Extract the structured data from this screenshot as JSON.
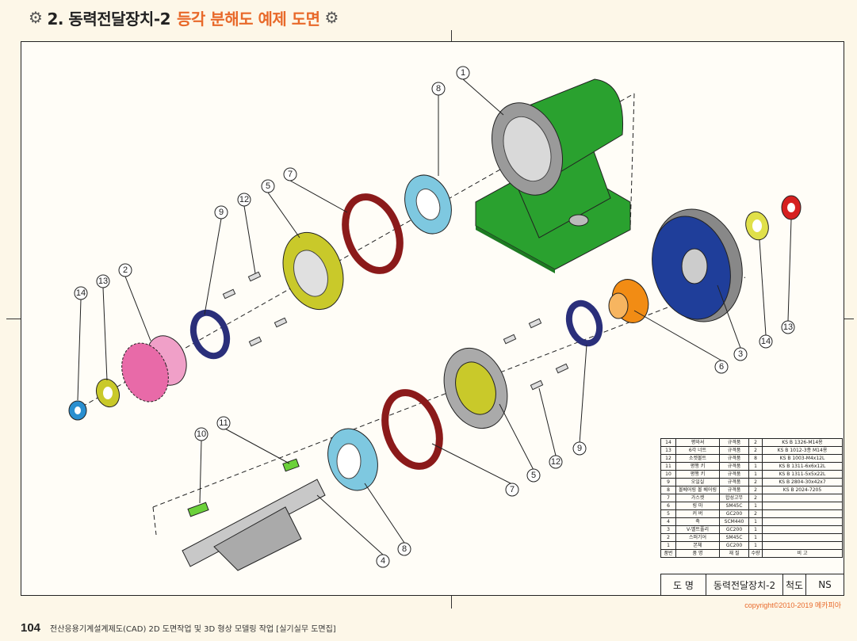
{
  "header": {
    "number": "2. 동력전달장치-2",
    "subtitle": "등각 분해도 예제 도면"
  },
  "parts": [
    {
      "no": "14",
      "name": "평와셔",
      "material": "규격품",
      "qty": "2",
      "remark": "KS B 1326-M14용"
    },
    {
      "no": "13",
      "name": "6각 너트",
      "material": "규격품",
      "qty": "2",
      "remark": "KS B 1012-3종 M14용"
    },
    {
      "no": "12",
      "name": "소켓볼트",
      "material": "규격품",
      "qty": "8",
      "remark": "KS B 1003-M4x12L"
    },
    {
      "no": "11",
      "name": "평행 키",
      "material": "규격품",
      "qty": "1",
      "remark": "KS B 1311-6x6x12L"
    },
    {
      "no": "10",
      "name": "평행 키",
      "material": "규격품",
      "qty": "1",
      "remark": "KS B 1311-5x5x22L"
    },
    {
      "no": "9",
      "name": "오일실",
      "material": "규격품",
      "qty": "2",
      "remark": "KS B 2804-30x42x7"
    },
    {
      "no": "8",
      "name": "볼베어링 볼 베어링",
      "material": "규격품",
      "qty": "2",
      "remark": "KS B 2024-7205"
    },
    {
      "no": "7",
      "name": "가스켓",
      "material": "합성고무",
      "qty": "2",
      "remark": ""
    },
    {
      "no": "6",
      "name": "링 마",
      "material": "SM45C",
      "qty": "1",
      "remark": ""
    },
    {
      "no": "5",
      "name": "커 버",
      "material": "GC200",
      "qty": "2",
      "remark": ""
    },
    {
      "no": "4",
      "name": "축",
      "material": "SCM440",
      "qty": "1",
      "remark": ""
    },
    {
      "no": "3",
      "name": "V-벨트풀리",
      "material": "GC200",
      "qty": "1",
      "remark": ""
    },
    {
      "no": "2",
      "name": "스퍼기어",
      "material": "SM45C",
      "qty": "1",
      "remark": ""
    },
    {
      "no": "1",
      "name": "본체",
      "material": "GC200",
      "qty": "1",
      "remark": ""
    }
  ],
  "bom_header": {
    "no": "품번",
    "name": "품   명",
    "material": "재  질",
    "qty": "수량",
    "remark": "비 고"
  },
  "title_block": {
    "label": "도 명",
    "drawing_name": "동력전달장치-2",
    "scale_label": "척도",
    "scale": "NS"
  },
  "copyright": "copyright©2010-2019 메카피아",
  "footer": {
    "page": "104",
    "book": "전산응용기계설계제도(CAD) 2D 도면작업 및 3D 형상 모델링 작업 [실기실무 도면집]"
  },
  "colors": {
    "accent": "#e8692a",
    "green": "#2aa12f",
    "blue": "#1f3e9a",
    "red": "#8b1a1a",
    "yellow": "#c9c92a",
    "orange": "#f28c14",
    "pink": "#e86aa8",
    "cyan": "#7ec8e0",
    "lightblue": "#2a8fd0",
    "keygreen": "#6bd13a",
    "navy": "#2a2f7a"
  }
}
